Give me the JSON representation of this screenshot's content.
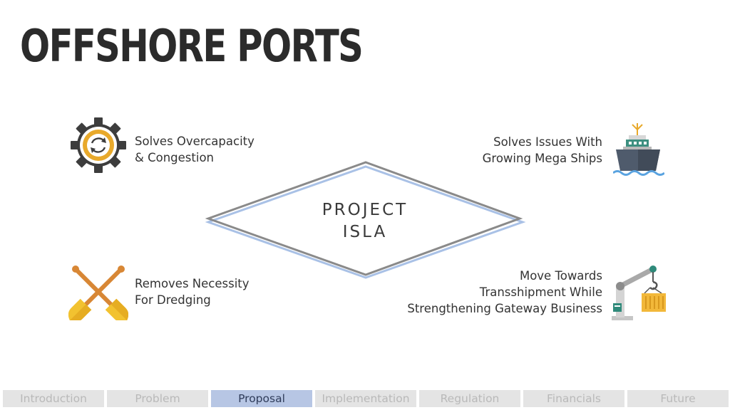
{
  "slide": {
    "title": "OFFSHORE PORTS",
    "center_label": {
      "line1": "PROJECT",
      "line2": "ISLA"
    },
    "features": [
      {
        "lines": [
          "Solves Overcapacity",
          "& Congestion"
        ],
        "icon": "gear-cycle-icon"
      },
      {
        "lines": [
          "Solves Issues With",
          "Growing Mega Ships"
        ],
        "icon": "cargo-ship-icon"
      },
      {
        "lines": [
          "Removes Necessity",
          "For Dredging"
        ],
        "icon": "crossed-shovels-icon"
      },
      {
        "lines": [
          "Move Towards",
          "Transshipment While",
          "Strengthening Gateway Business"
        ],
        "icon": "container-crane-icon"
      }
    ]
  },
  "nav": {
    "active": "Proposal",
    "tabs": [
      {
        "label": "Introduction"
      },
      {
        "label": "Problem"
      },
      {
        "label": "Proposal"
      },
      {
        "label": "Implementation"
      },
      {
        "label": "Regulation"
      },
      {
        "label": "Financials"
      },
      {
        "label": "Future"
      }
    ]
  },
  "colors": {
    "title": "#2b2b2b",
    "diamond_outline": "#8a8a8a",
    "diamond_shadow": "#a9c1e6",
    "gear_accent": "#e8a92b",
    "ship_hull": "#4f5b6c",
    "nav_inactive": "#e4e4e4",
    "nav_active": "#b7c6e4"
  }
}
